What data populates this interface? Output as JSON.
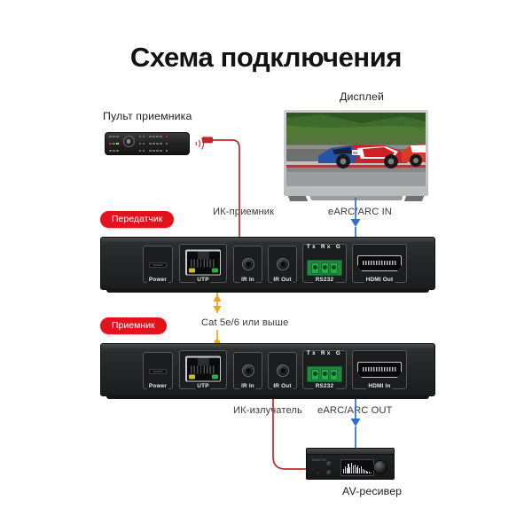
{
  "page": {
    "title": "Схема подключения",
    "background": "#ffffff"
  },
  "colors": {
    "badge_red": "#e2131d",
    "ir_line_red": "#c0272d",
    "hdmi_line_blue": "#2f6fd0",
    "utp_line_yellow": "#e9a714",
    "text_dark": "#3b3b3b"
  },
  "nodes": {
    "remote": {
      "label": "Пульт приемника",
      "icon": "remote-control-icon"
    },
    "display": {
      "label": "Дисплей",
      "icon": "television-icon"
    },
    "av_receiver": {
      "label": "AV-ресивер",
      "icon": "av-receiver-icon"
    }
  },
  "devices": [
    {
      "badge": "Передатчик",
      "ports": [
        {
          "label": "Power",
          "type": "micro-usb"
        },
        {
          "label": "UTP",
          "type": "rj45"
        },
        {
          "label": "IR In",
          "type": "jack"
        },
        {
          "label": "IR Out",
          "type": "jack"
        },
        {
          "label": "RS232",
          "type": "terminal",
          "pins": "Tx Rx G"
        },
        {
          "label": "HDMI Out",
          "type": "hdmi"
        }
      ]
    },
    {
      "badge": "Приемник",
      "ports": [
        {
          "label": "Power",
          "type": "micro-usb"
        },
        {
          "label": "UTP",
          "type": "rj45"
        },
        {
          "label": "IR In",
          "type": "jack"
        },
        {
          "label": "IR Out",
          "type": "jack"
        },
        {
          "label": "RS232",
          "type": "terminal",
          "pins": "Tx Rx G"
        },
        {
          "label": "HDMI In",
          "type": "hdmi"
        }
      ]
    }
  ],
  "connections": [
    {
      "label": "ИК-приемник",
      "color": "#c0272d",
      "from": "remote",
      "to": "tx-ir-in"
    },
    {
      "label": "eARC/ARC IN",
      "color": "#2f6fd0",
      "from": "display",
      "to": "tx-hdmi-out"
    },
    {
      "label": "Cat 5e/6 или выше",
      "color": "#e9a714",
      "from": "tx-utp",
      "to": "rx-utp"
    },
    {
      "label": "ИК-излучатель",
      "color": "#c0272d",
      "from": "rx-ir-out",
      "to": "av-receiver"
    },
    {
      "label": "eARC/ARC OUT",
      "color": "#2f6fd0",
      "from": "rx-hdmi-in",
      "to": "av-receiver"
    }
  ]
}
